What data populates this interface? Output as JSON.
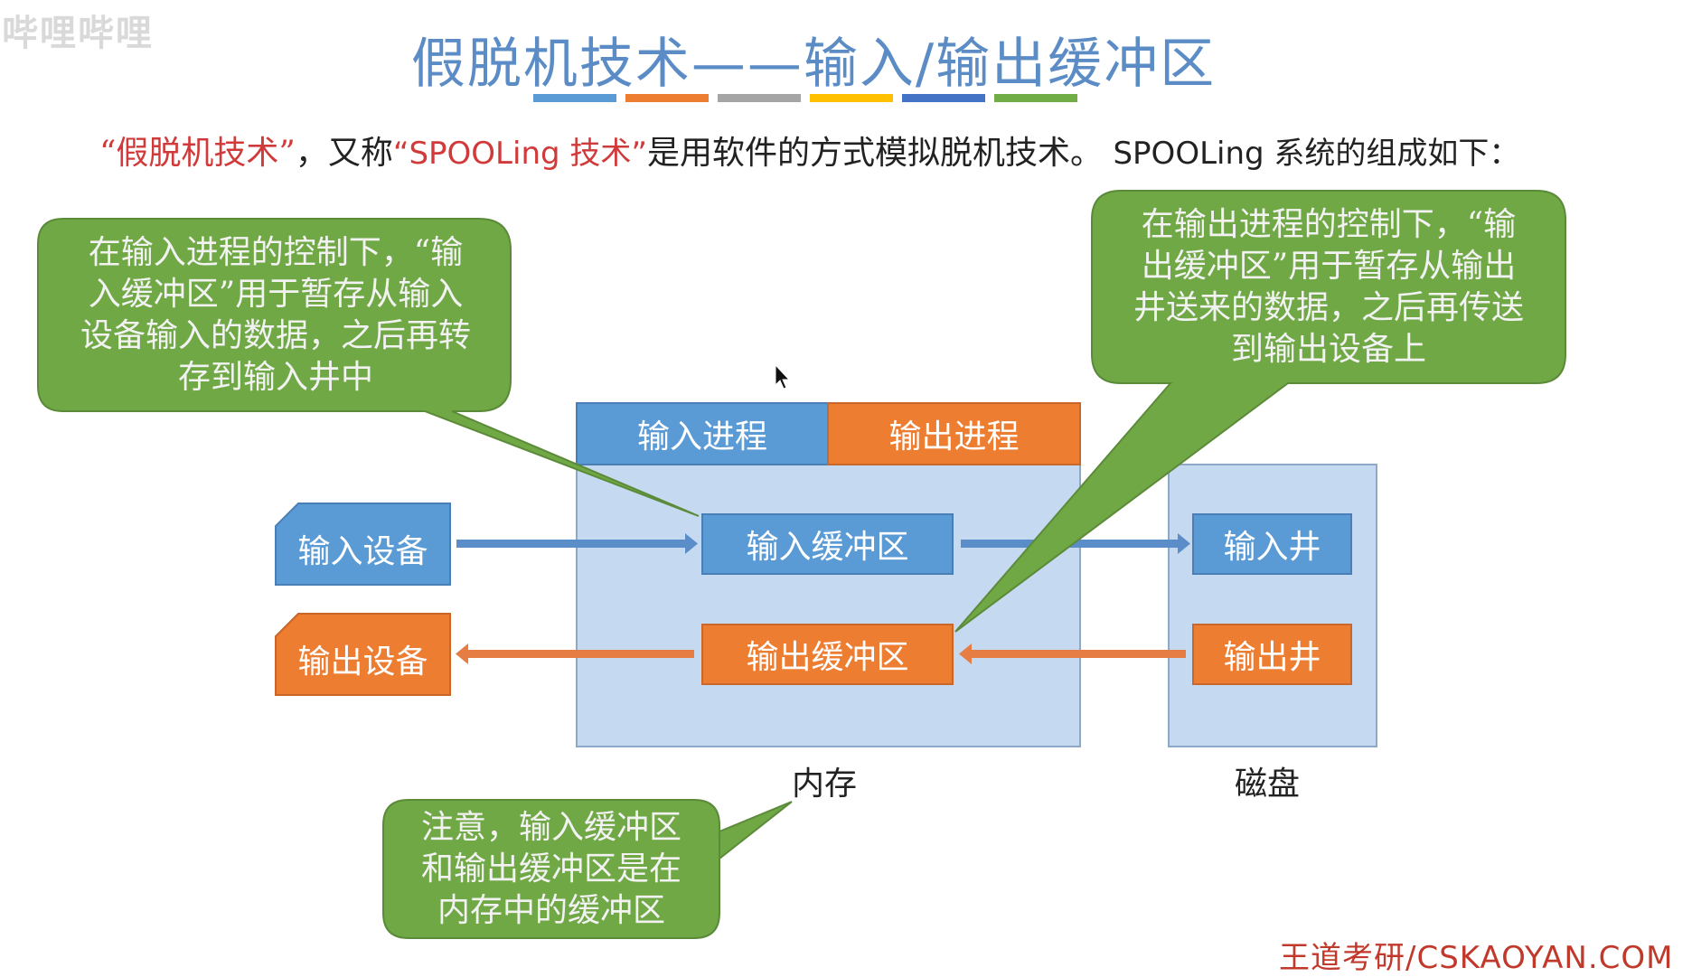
{
  "watermark": "哔哩哔哩",
  "title": "假脱机技术——输入/输出缓冲区",
  "title_stripe_colors": [
    "#5b9bd5",
    "#ed7d31",
    "#a5a5a5",
    "#ffc000",
    "#4472c4",
    "#70ad47"
  ],
  "subtitle": {
    "part1": "“假脱机技术”",
    "part2": "，又称",
    "part3": "“SPOOLing 技术”",
    "part4": "是用软件的方式模拟脱机技术。",
    "part5": "SPOOLing 系统的组成如下："
  },
  "callouts": {
    "input": [
      "在输入进程的控制下，“输",
      "入缓冲区”用于暂存从输入",
      "设备输入的数据，之后再转",
      "存到输入井中"
    ],
    "output": [
      "在输出进程的控制下，“输",
      "出缓冲区”用于暂存从输出",
      "井送来的数据，之后再传送",
      "到输出设备上"
    ],
    "note": [
      "注意，输入缓冲区",
      "和输出缓冲区是在",
      "内存中的缓冲区"
    ]
  },
  "boxes": {
    "input_process": "输入进程",
    "output_process": "输出进程",
    "input_device": "输入设备",
    "output_device": "输出设备",
    "input_buffer": "输入缓冲区",
    "output_buffer": "输出缓冲区",
    "input_well": "输入井",
    "output_well": "输出井"
  },
  "captions": {
    "memory": "内存",
    "disk": "磁盘"
  },
  "footer": "王道考研/CSKAOYAN.COM",
  "colors": {
    "blue_box": "#5b9bd5",
    "orange_box": "#ed7d31",
    "container": "#c5d9f0",
    "callout": "#70a845",
    "blue_arrow": "#5b8ec9",
    "orange_arrow": "#e57d45"
  }
}
